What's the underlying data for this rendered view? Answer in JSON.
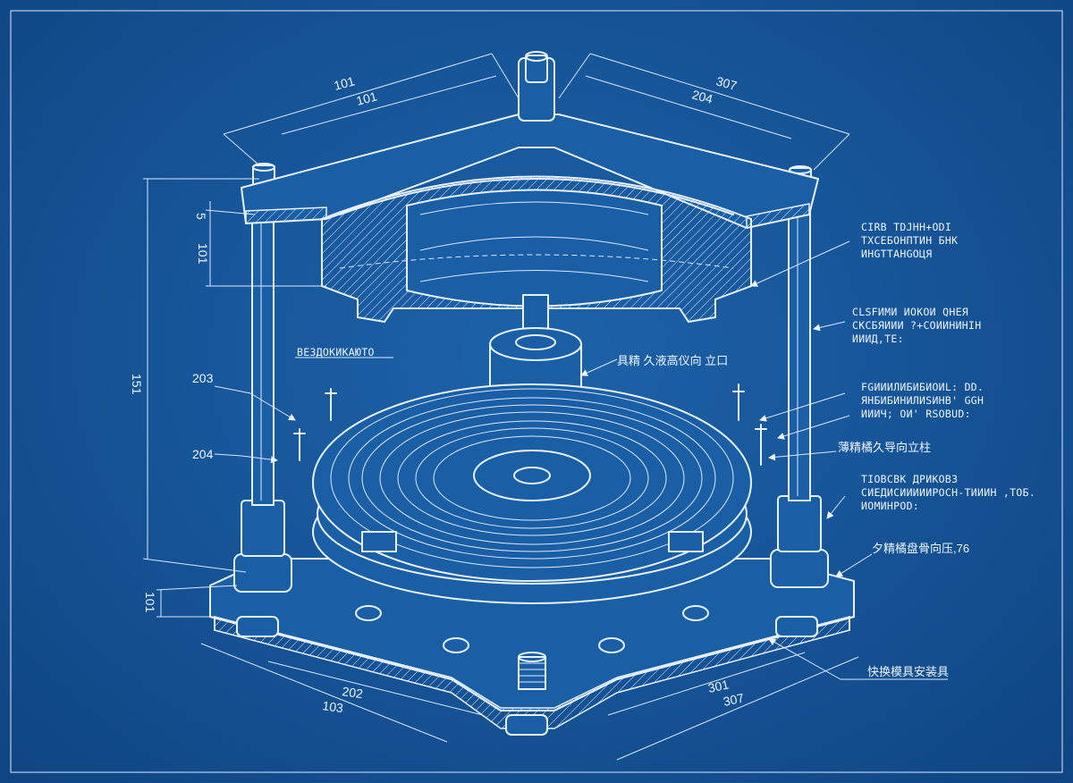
{
  "dimensions": {
    "top_left_outer": "101",
    "top_left_inner": "101",
    "top_right_outer": "307",
    "top_right_inner": "204",
    "left_small": "5",
    "left_mid": "101",
    "left_tall": "151",
    "left_base": "101",
    "bottom_left_inner": "202",
    "bottom_left_outer": "103",
    "bottom_right_inner": "301",
    "bottom_right_outer": "307"
  },
  "callouts": {
    "left_203": "203",
    "left_204": "204",
    "left_label": "ВЕЗДОКИКАЮТО",
    "center_label": "具精 久液高仪向 立口"
  },
  "annotations": {
    "block1": [
      "CIRB TDJHH+ODI",
      "ТХСЕБОНПТИН БНК",
      "ИНGТТАНGОЦЯ"
    ],
    "block2": [
      "CLSFИМИ ИОКОИ QНЕЯ",
      "СКСБЯИИИ ?+СОИИНИНІН",
      "ИИИД,ТЕ:"
    ],
    "block3": [
      "FGИИИЛИБИБИОИL: DD.",
      "ЯНБИБИНИЛИSИНВ' GGH",
      "ИИИЧ; ОИ' RSOBUD:"
    ],
    "block4": "薄精橘久导向立柱",
    "block5": [
      "ТІОВСВК ДРИКОВЗ",
      "СИЕДИСИИИИИРОСН-ТИИИН ,ТОБ.",
      "ИОМИНРОD:"
    ],
    "block6": "夕精橘盘骨向压,76",
    "block7": "快换模具安装具"
  },
  "colors": {
    "paper": "#17569a",
    "line": "#e8f1ff"
  }
}
